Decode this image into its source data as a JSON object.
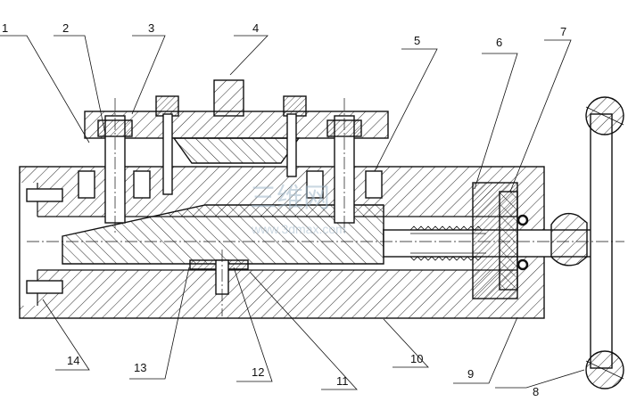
{
  "figure": {
    "callouts": [
      {
        "id": "c1",
        "text": "1"
      },
      {
        "id": "c2",
        "text": "2"
      },
      {
        "id": "c3",
        "text": "3"
      },
      {
        "id": "c4",
        "text": "4"
      },
      {
        "id": "c5",
        "text": "5"
      },
      {
        "id": "c6",
        "text": "6"
      },
      {
        "id": "c7",
        "text": "7"
      },
      {
        "id": "c8",
        "text": "8"
      },
      {
        "id": "c9",
        "text": "9"
      },
      {
        "id": "c10",
        "text": "10"
      },
      {
        "id": "c11",
        "text": "11"
      },
      {
        "id": "c12",
        "text": "12"
      },
      {
        "id": "c13",
        "text": "13"
      },
      {
        "id": "c14",
        "text": "14"
      }
    ],
    "watermark": {
      "logo": "三维网",
      "url": "www.3dmax.com"
    }
  }
}
